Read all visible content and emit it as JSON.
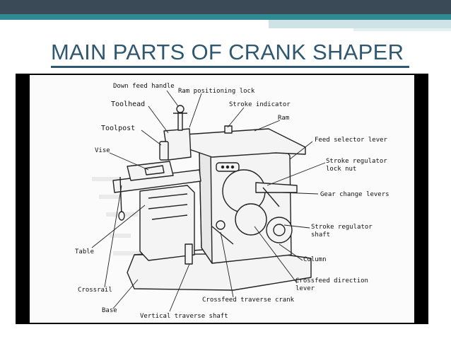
{
  "slide": {
    "title": "MAIN PARTS OF CRANK SHAPER"
  },
  "diagram": {
    "labels": {
      "down_feed_handle": "Down feed handle",
      "ram_positioning_lock": "Ram positioning lock",
      "toolhead": "Toolhead",
      "stroke_indicator": "Stroke indicator",
      "ram": "Ram",
      "toolpost": "Toolpost",
      "feed_selector_lever": "Feed selector lever",
      "vise": "Vise",
      "stroke_regulator_lock_nut_1": "Stroke regulator",
      "stroke_regulator_lock_nut_2": "lock nut",
      "gear_change_levers": "Gear change levers",
      "stroke_regulator_shaft_1": "Stroke regulator",
      "stroke_regulator_shaft_2": "shaft",
      "table": "Table",
      "column": "Column",
      "crossfeed_direction_lever_1": "Crossfeed direction",
      "crossfeed_direction_lever_2": "lever",
      "crossrail": "Crossrail",
      "crossfeed_traverse_crank": "Crossfeed traverse crank",
      "base": "Base",
      "vertical_traverse_shaft": "Vertical traverse shaft"
    }
  }
}
